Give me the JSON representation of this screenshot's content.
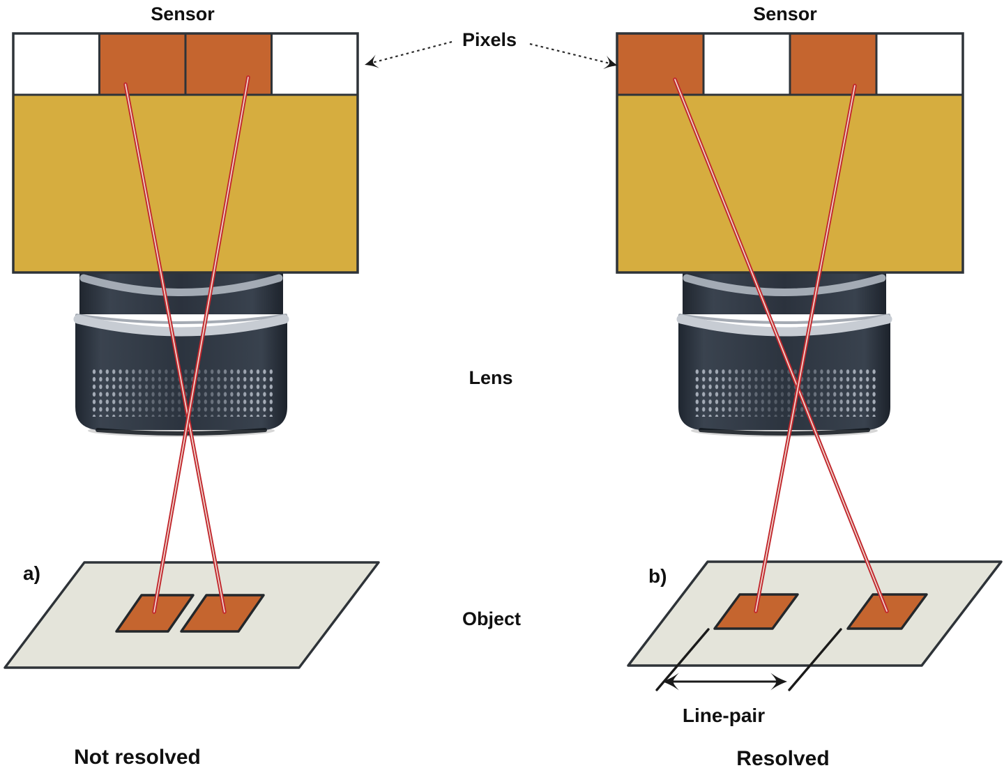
{
  "figure": {
    "description": "Optical resolution diagram comparing two object line patterns imaged by a lens onto sensor pixels",
    "panels": [
      {
        "id": "a",
        "panel_label": "a)",
        "sensor_label": "Sensor",
        "caption": "Not resolved",
        "pixel_pattern": [
          "inactive",
          "active",
          "active",
          "inactive"
        ]
      },
      {
        "id": "b",
        "panel_label": "b)",
        "sensor_label": "Sensor",
        "caption": "Resolved",
        "pixel_pattern": [
          "active",
          "inactive",
          "active",
          "inactive"
        ]
      }
    ],
    "shared_labels": {
      "pixels": "Pixels",
      "lens": "Lens",
      "object": "Object",
      "line_pair": "Line-pair"
    }
  },
  "colors": {
    "pixel_active": "#c5652f",
    "pixel_inactive": "#ffffff",
    "sensor_body": "#d6ad3f",
    "outline": "#2e3338",
    "patch_outline": "#23272b",
    "ray": "#c1272d",
    "ray_core": "#f6ece2",
    "object_plane": "#e4e4da",
    "object_feature": "#c5652f",
    "lens_body": "#2d3540",
    "lens_highlight": "#c7ccd3",
    "annotation": "#1a1a1a"
  }
}
